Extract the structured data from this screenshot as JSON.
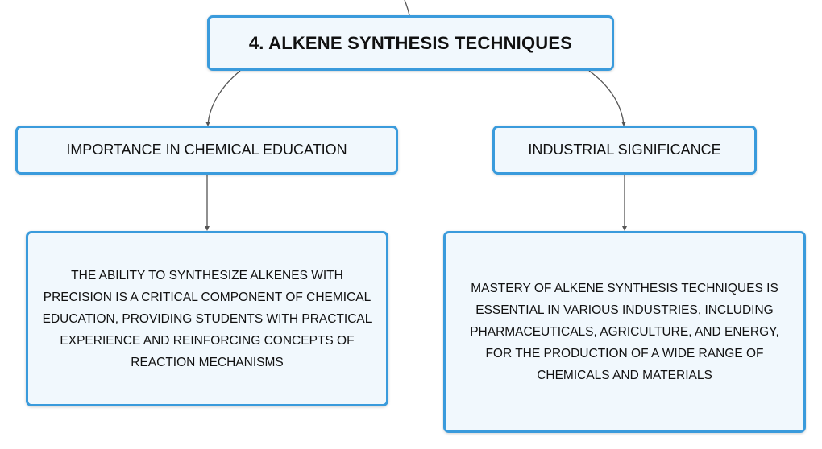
{
  "diagram": {
    "root": {
      "label": "4. ALKENE SYNTHESIS TECHNIQUES"
    },
    "branches": [
      {
        "label": "IMPORTANCE IN CHEMICAL EDUCATION",
        "detail": "THE ABILITY TO SYNTHESIZE ALKENES WITH PRECISION IS A CRITICAL COMPONENT OF CHEMICAL EDUCATION, PROVIDING STUDENTS WITH PRACTICAL EXPERIENCE AND REINFORCING CONCEPTS OF REACTION MECHANISMS"
      },
      {
        "label": "INDUSTRIAL SIGNIFICANCE",
        "detail": "MASTERY OF ALKENE SYNTHESIS TECHNIQUES IS ESSENTIAL IN VARIOUS INDUSTRIES, INCLUDING PHARMACEUTICALS, AGRICULTURE, AND ENERGY, FOR THE PRODUCTION OF A WIDE RANGE OF CHEMICALS AND MATERIALS"
      }
    ],
    "colors": {
      "border": "#3a9bdc",
      "fill": "#f1f8fd",
      "connector": "#555555",
      "text": "#111111"
    }
  }
}
